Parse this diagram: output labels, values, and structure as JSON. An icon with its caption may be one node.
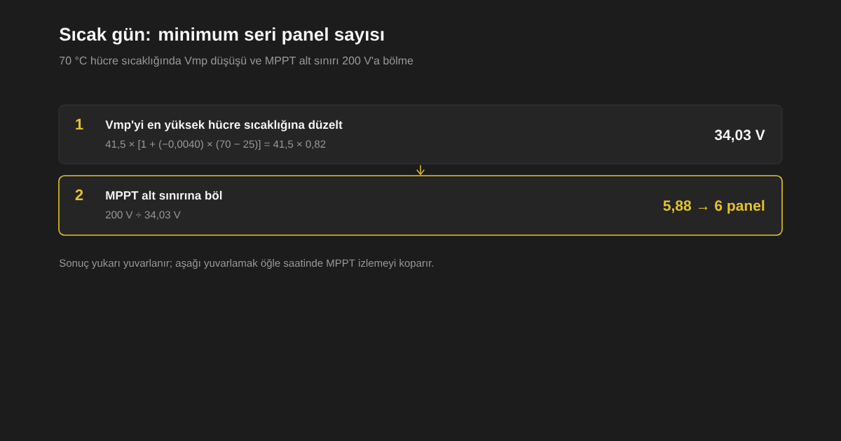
{
  "diagram": {
    "title": "Sıcak gün: minimum seri panel sayısı",
    "nodes": [
      {
        "text": [
          "1",
          "Vmp'yi en yüksek hücre sıcaklığına düzelt",
          "41,5 × [1 + (−0,0040) × (70 − 25)] = 41,5 × 0,82",
          "34,03 V"
        ]
      },
      {
        "text": [
          "2",
          "MPPT alt sınırına böl",
          "200 V ÷ 34,03 V",
          "5,88 → 6 panel"
        ]
      }
    ],
    "edges": [
      {
        "from": 0,
        "to": 1,
        "arrow": "to"
      }
    ],
    "labels": [
      "70 °C hücre sıcaklığında Vmp düşüşü ve MPPT alt sınırı 200 V'a bölme",
      "Sonuç yukarı yuvarlanır; aşağı yuvarlamak öğle saatinde MPPT izlemeyi koparır."
    ]
  }
}
